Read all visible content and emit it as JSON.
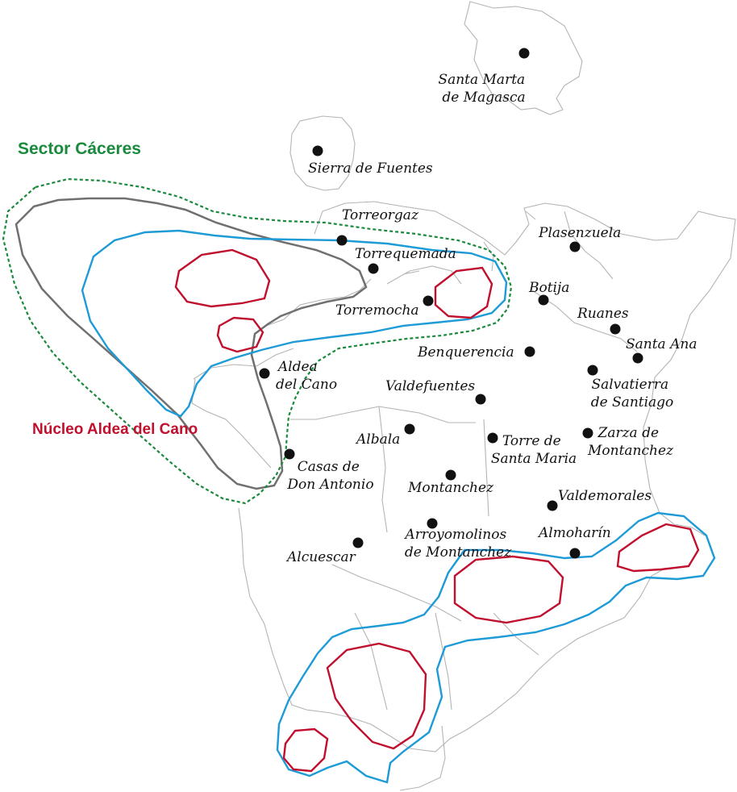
{
  "colors": {
    "background": "#ffffff",
    "municipal_border": "#b4b4b4",
    "sector_outline": "#1a8a3c",
    "nucleus_outline": "#c0102e",
    "distribution_outline": "#1e9bd7",
    "historic_outline": "#707070",
    "town_dot": "#111111",
    "town_text": "#111111"
  },
  "regions": {
    "sector": "Sector Cáceres",
    "nucleus": "Núcleo Aldea del Cano"
  },
  "towns": [
    {
      "id": "santa-marta",
      "lines": [
        "Santa Marta",
        "de Magasca"
      ]
    },
    {
      "id": "sierra-de-fuentes",
      "lines": [
        "Sierra de Fuentes"
      ]
    },
    {
      "id": "torreorgaz",
      "lines": [
        "Torreorgaz"
      ]
    },
    {
      "id": "torrequemada",
      "lines": [
        "Torrequemada"
      ]
    },
    {
      "id": "torremocha",
      "lines": [
        "Torremocha"
      ]
    },
    {
      "id": "plasenzuela",
      "lines": [
        "Plasenzuela"
      ]
    },
    {
      "id": "botija",
      "lines": [
        "Botija"
      ]
    },
    {
      "id": "ruanes",
      "lines": [
        "Ruanes"
      ]
    },
    {
      "id": "santa-ana",
      "lines": [
        "Santa Ana"
      ]
    },
    {
      "id": "benquerencia",
      "lines": [
        "Benquerencia"
      ]
    },
    {
      "id": "salvatierra",
      "lines": [
        "Salvatierra",
        "de Santiago"
      ]
    },
    {
      "id": "aldea-del-cano",
      "lines": [
        "Aldea",
        "del Cano"
      ]
    },
    {
      "id": "valdefuentes",
      "lines": [
        "Valdefuentes"
      ]
    },
    {
      "id": "albala",
      "lines": [
        "Albala"
      ]
    },
    {
      "id": "torre-de-santa-maria",
      "lines": [
        "Torre de",
        "Santa Maria"
      ]
    },
    {
      "id": "zarza-de-montanchez",
      "lines": [
        "Zarza de",
        "Montanchez"
      ]
    },
    {
      "id": "casas-de-don-antonio",
      "lines": [
        "Casas de",
        "Don Antonio"
      ]
    },
    {
      "id": "montanchez",
      "lines": [
        "Montanchez"
      ]
    },
    {
      "id": "valdemorales",
      "lines": [
        "Valdemorales"
      ]
    },
    {
      "id": "arroyomolinos",
      "lines": [
        "Arroyomolinos",
        "de Montanchez"
      ]
    },
    {
      "id": "almoharin",
      "lines": [
        "Almoharín"
      ]
    },
    {
      "id": "alcuescar",
      "lines": [
        "Alcuescar"
      ]
    }
  ]
}
